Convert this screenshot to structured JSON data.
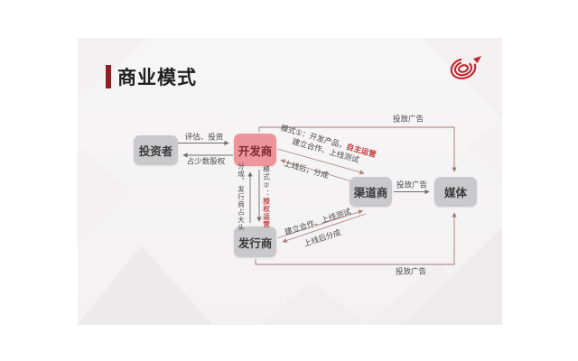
{
  "title": {
    "text": "商业模式"
  },
  "logo": {
    "name": "red-spiral-logo"
  },
  "colors": {
    "title_bar": "#8e2023",
    "box_pink": "#ee949b",
    "box_gray": "#c9c8ca",
    "accent_red": "#c23a3e",
    "logo_red": "#c1272d",
    "connector_gray": "#6e6e6e",
    "connector_rose": "#ad8383",
    "connector_frame": "#a37878"
  },
  "nodes": {
    "investor": "投资者",
    "developer": "开发商",
    "publisher": "发行商",
    "channel": "渠道商",
    "media": "媒体"
  },
  "labels": {
    "evaluate_invest": "评估、投资",
    "minority_equity": "占少数股权",
    "mode1_prefix": "模式①：开发产品，",
    "mode1_accent": "自主运营",
    "mode1_line2": "建立合作、上线测试",
    "after_launch_split": "上线后，分成",
    "mode2_prefix": "模式②：",
    "mode2_accent": "授权运营",
    "split_publisher_major": "分成，发行商占大头",
    "coop_launch_test": "建立合作、上线测试",
    "launch_revenue_split": "上线后分成",
    "ads_top": "投放广告",
    "ads_mid": "投放广告",
    "ads_bottom": "投放广告"
  }
}
